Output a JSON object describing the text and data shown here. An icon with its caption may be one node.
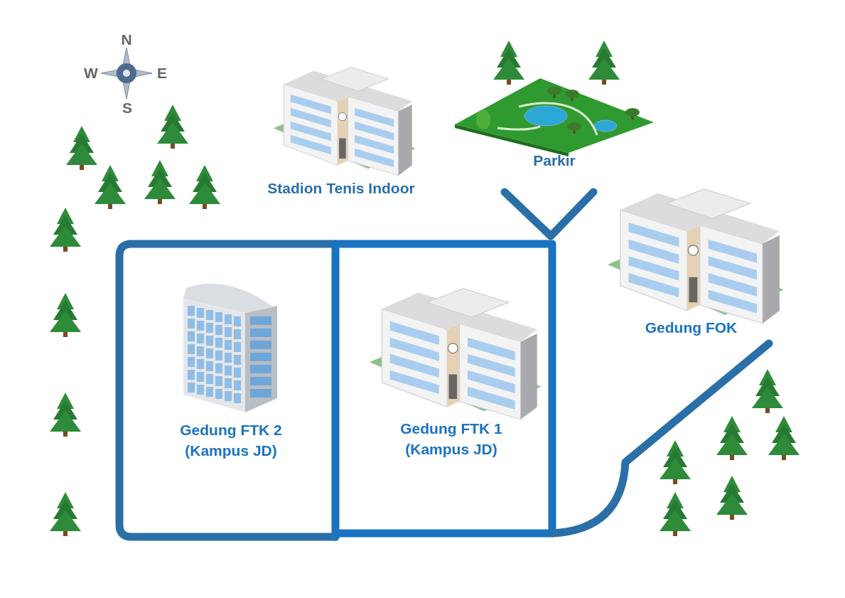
{
  "diagram": {
    "labels": [
      "N",
      "W",
      "E",
      "S",
      "Parkir",
      "Stadion Tenis Indoor",
      "Gedung FOK",
      "Gedung FTK 1 (Kampus JD)",
      "Gedung FTK 2 (Kampus JD)"
    ]
  }
}
